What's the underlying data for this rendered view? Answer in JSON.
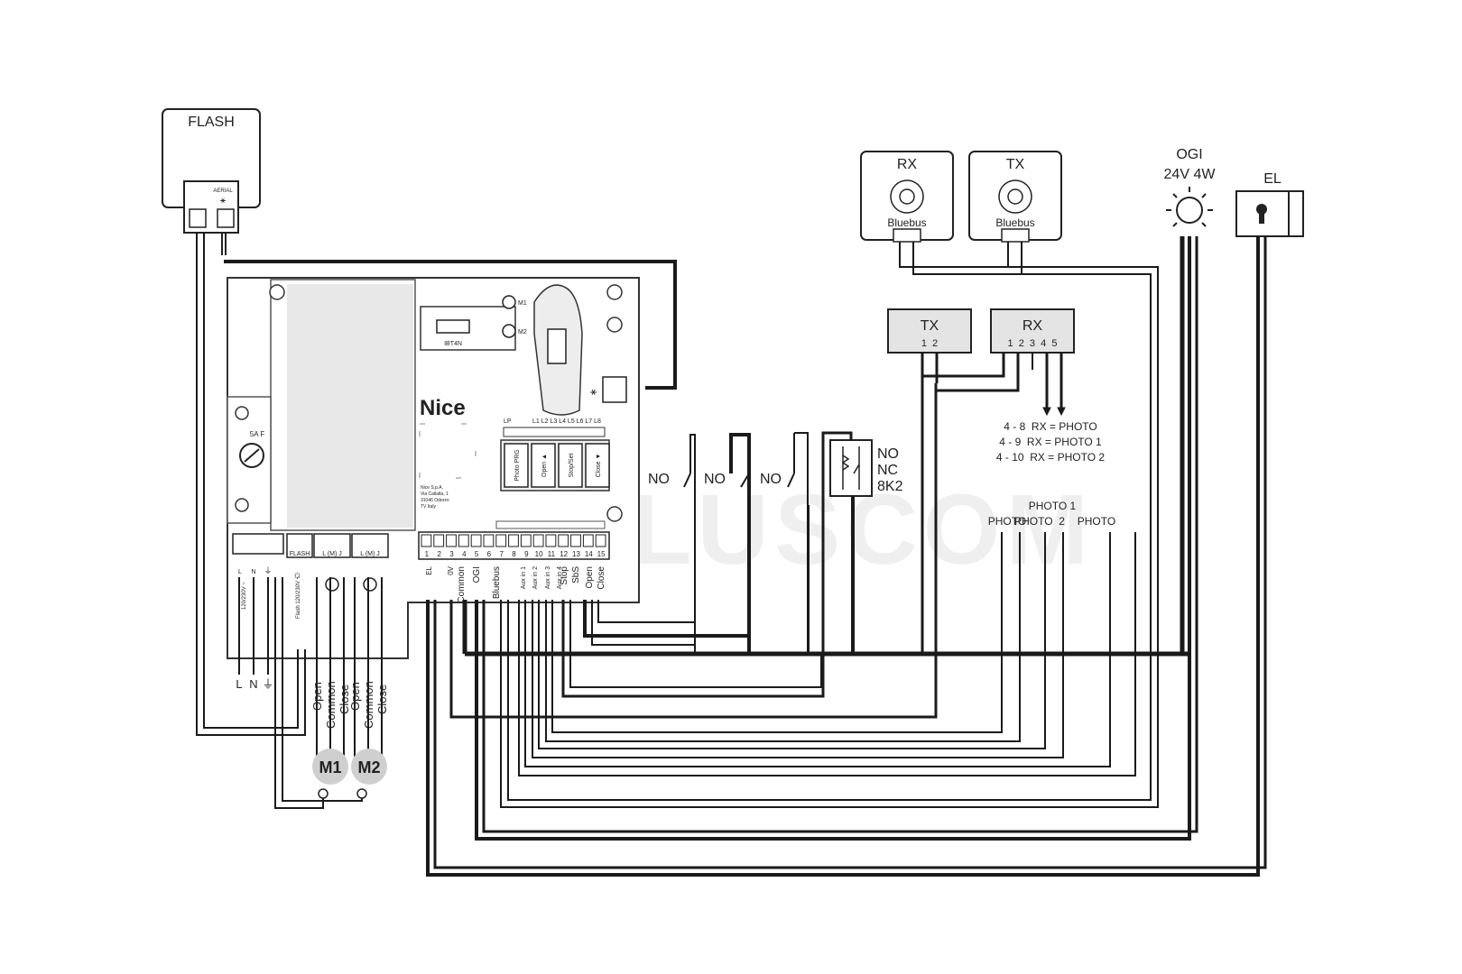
{
  "devices": {
    "flash": {
      "title": "FLASH",
      "aerial": "AERIAL"
    },
    "rx_top": {
      "title": "RX",
      "bus": "Bluebus"
    },
    "tx_top": {
      "title": "TX",
      "bus": "Bluebus"
    },
    "ogi": {
      "title": "OGI",
      "spec": "24V 4W"
    },
    "el": {
      "title": "EL"
    },
    "tx_photo": {
      "title": "TX",
      "terms": "1  2"
    },
    "rx_photo": {
      "title": "RX",
      "terms": "1  2  3  4  5"
    }
  },
  "photo_notes": [
    "4 - 8  RX = PHOTO",
    "4 - 9  RX = PHOTO 1",
    "4 - 10  RX = PHOTO 2"
  ],
  "photo_labels": {
    "photo": "PHOTO",
    "photo1": "PHOTO 1",
    "photo2": "PHOTO  2",
    "photo_right": "PHOTO"
  },
  "switches": {
    "no1": "NO",
    "no2": "NO",
    "no3": "NO",
    "multi": [
      "NO",
      "NC",
      "8K2"
    ]
  },
  "board": {
    "brand": "Nice",
    "module": "IBT4N",
    "fuse": "5A F",
    "m1_led": "M1",
    "m2_led": "M2",
    "lp": "LP",
    "leds": "L1 L2 L3 L4 L5 L6 L7 L8",
    "buttons": [
      "Photo PRG",
      "Open ▲",
      "Stop/Set",
      "Close ▼"
    ],
    "company": [
      "Nice S.p.A.",
      "Via Callalta, 1",
      "31046 Oderzo",
      "TV Italy"
    ],
    "terminal_numbers": [
      "1",
      "2",
      "3",
      "4",
      "5",
      "6",
      "7",
      "8",
      "9",
      "10",
      "11",
      "12",
      "13",
      "14",
      "15"
    ],
    "term_labels": [
      "EL",
      "0V",
      "Common",
      "OGI",
      "Bluebus",
      "Aux in 1",
      "Aux in 2",
      "Aux in 3",
      "Aux in 4",
      "Stop",
      "SbS",
      "Open",
      "Close"
    ],
    "left_blocks": [
      "FLASH",
      "L (M) J",
      "L (M) J"
    ],
    "power_labels": [
      "L",
      "N",
      "⏚"
    ],
    "supply_text": "120/230V ~",
    "flash_text": "Flash 120/230V ~"
  },
  "motors": {
    "m1": {
      "name": "M1",
      "wires": [
        "Open",
        "Common",
        "Close"
      ]
    },
    "m2": {
      "name": "M2",
      "wires": [
        "Open",
        "Common",
        "Close"
      ]
    },
    "mains": [
      "L",
      "N",
      "⏚"
    ]
  },
  "watermark": "PLUSCOM"
}
